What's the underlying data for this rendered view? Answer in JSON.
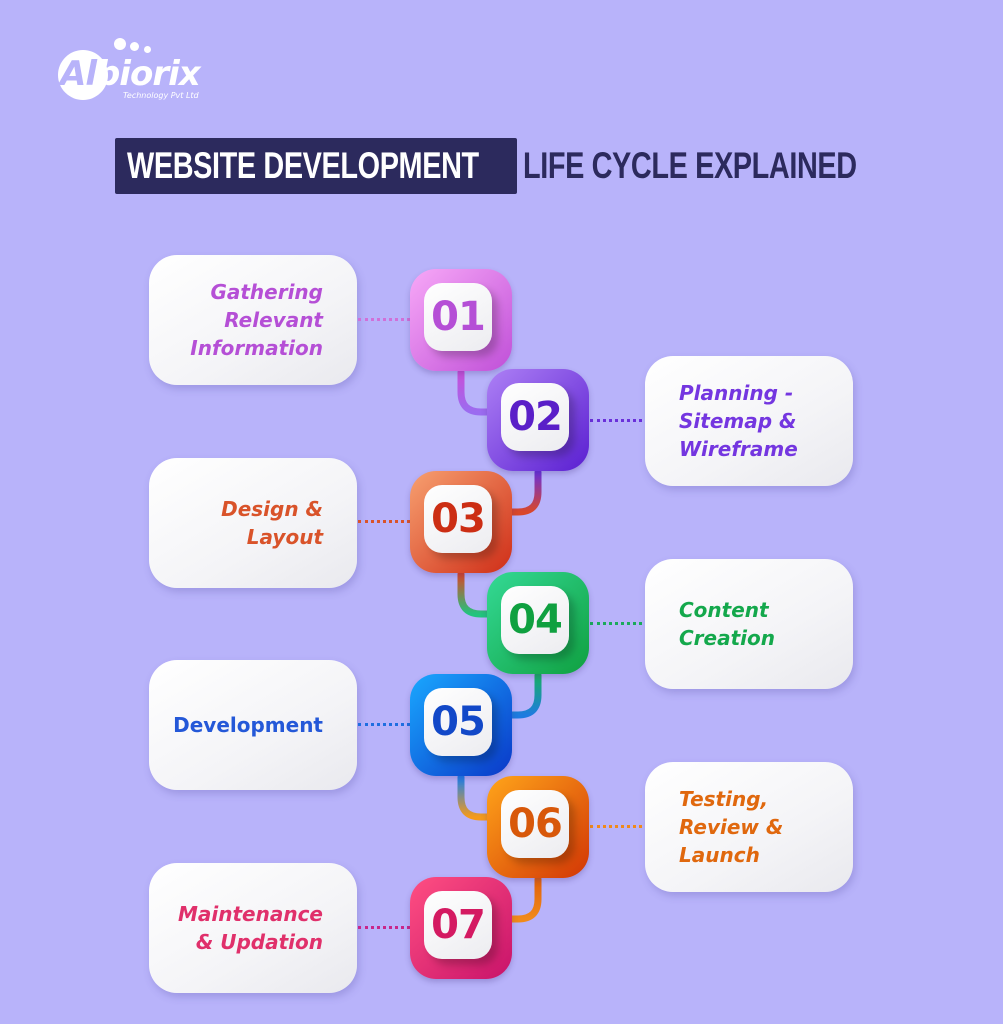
{
  "logo": {
    "word_prefix": "Al",
    "word_rest": "biorix",
    "subtitle": "Technology Pvt Ltd"
  },
  "title": {
    "highlight": "WEBSITE DEVELOPMENT",
    "rest": "LIFE CYCLE EXPLAINED",
    "highlight_bg": "#2c2a5d",
    "text_color": "#2c2a5d"
  },
  "background_color": "#b8b3fa",
  "steps": [
    {
      "number": "01",
      "label": "Gathering\nRelevant\nInformation",
      "side": "left",
      "color": "#b54fd6",
      "gradient": [
        "#f5a3f7",
        "#c355dc"
      ]
    },
    {
      "number": "02",
      "label": "Planning -\nSitemap &\nWireframe",
      "side": "right",
      "color": "#6a2fd8",
      "gradient": [
        "#a97af3",
        "#5a1fd1"
      ]
    },
    {
      "number": "03",
      "label": "Design &\nLayout",
      "side": "left",
      "color": "#d9472a",
      "gradient": [
        "#f59b6b",
        "#d3311b"
      ]
    },
    {
      "number": "04",
      "label": "Content\nCreation",
      "side": "right",
      "color": "#14a84c",
      "gradient": [
        "#2fd58f",
        "#12a546"
      ]
    },
    {
      "number": "05",
      "label": "Development",
      "side": "left",
      "color": "#1f56d6",
      "gradient": [
        "#1aa3ff",
        "#0c3fd0"
      ]
    },
    {
      "number": "06",
      "label": "Testing,\nReview &\nLaunch",
      "side": "right",
      "color": "#e0600c",
      "gradient": [
        "#ffa21a",
        "#d63a08"
      ]
    },
    {
      "number": "07",
      "label": "Maintenance\n& Updation",
      "side": "left",
      "color": "#e0306b",
      "gradient": [
        "#ff4f82",
        "#d0176a"
      ]
    }
  ]
}
